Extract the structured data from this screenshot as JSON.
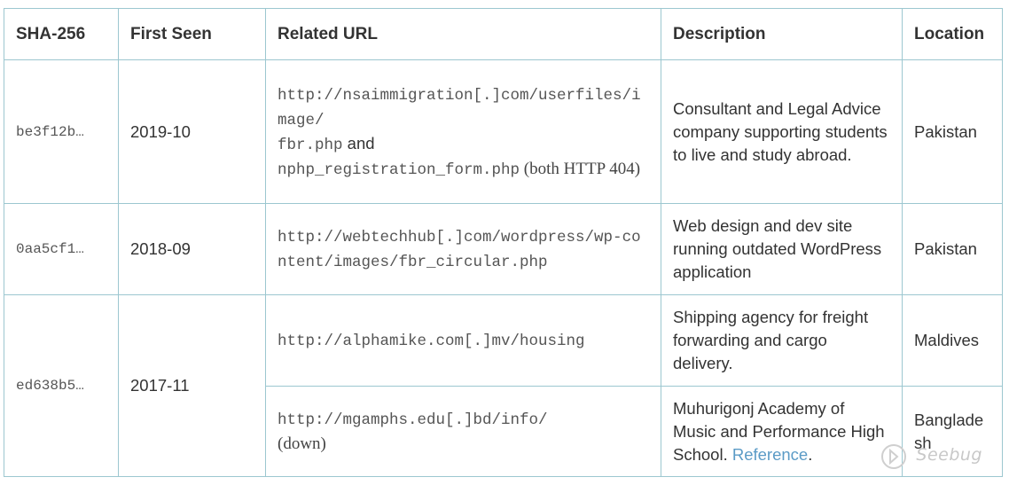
{
  "headers": {
    "sha": "SHA-256",
    "first_seen": "First Seen",
    "url": "Related URL",
    "description": "Description",
    "location": "Location"
  },
  "rows": [
    {
      "sha": "be3f12b…",
      "first_seen": "2019-10",
      "url_line1": "http://nsaimmigration[.]com/userfiles/image/",
      "url_line2": "fbr.php",
      "and_text": " and",
      "url_line3": "nphp_registration_form.php",
      "suffix": " (both HTTP 404)",
      "description": "Consultant and Legal Advice company supporting students to live and study abroad.",
      "location": "Pakistan"
    },
    {
      "sha": "0aa5cf1…",
      "first_seen": "2018-09",
      "url": "http://webtechhub[.]com/wordpress/wp-content/images/fbr_circular.php",
      "description": "Web design and dev site running outdated WordPress application",
      "location": "Pakistan"
    },
    {
      "sha": "ed638b5…",
      "first_seen": "2017-11",
      "url": "http://alphamike.com[.]mv/housing",
      "description": "Shipping agency for freight forwarding and cargo delivery.",
      "location": "Maldives"
    },
    {
      "url": "http://mgamphs.edu[.]bd/info/",
      "url_suffix": "(down)",
      "description": "Muhurigonj Academy of Music and Performance High School. ",
      "link": "Reference",
      "link_after": ".",
      "location": "Bangladesh"
    }
  ],
  "watermark": "Seebug"
}
